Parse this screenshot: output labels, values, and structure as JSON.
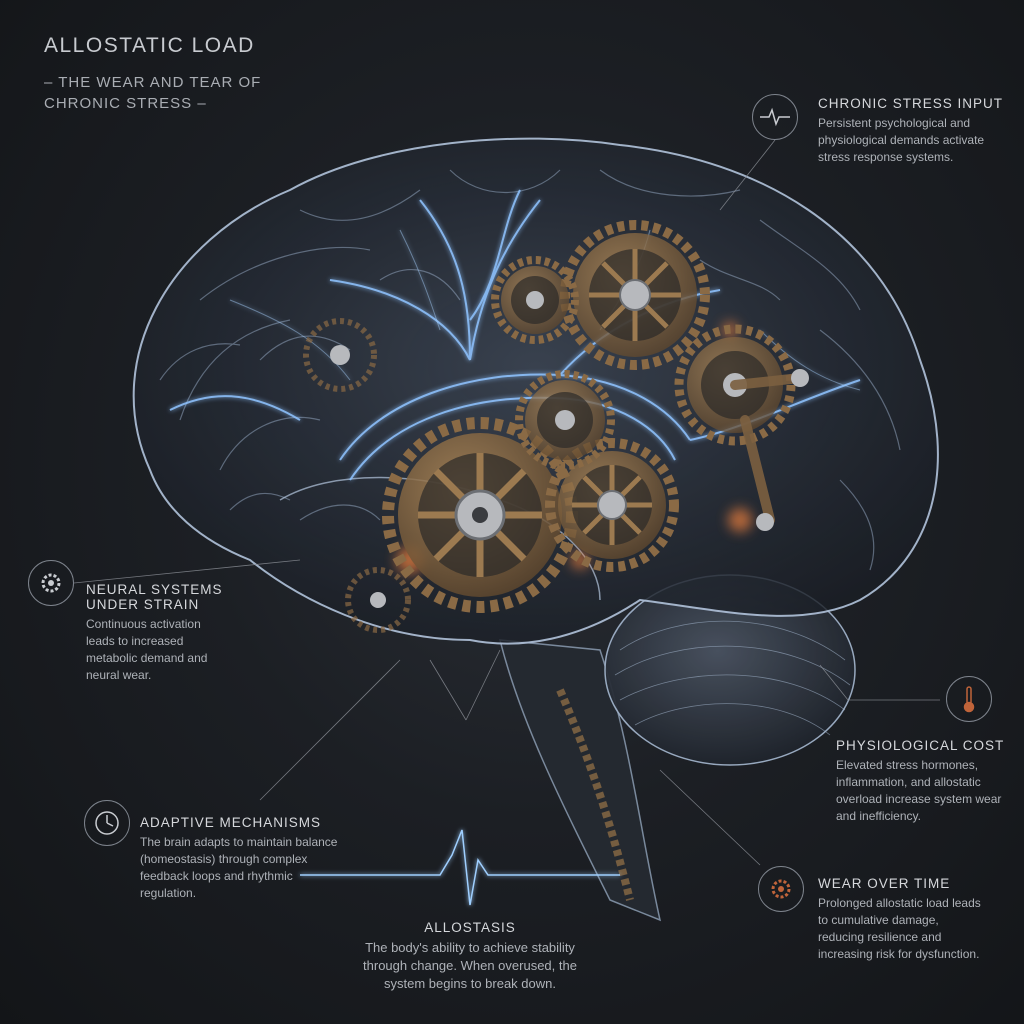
{
  "header": {
    "title": "ALLOSTATIC LOAD",
    "subtitle": "– THE WEAR AND TEAR OF CHRONIC STRESS –"
  },
  "panels": {
    "chronic_stress": {
      "heading": "CHRONIC STRESS INPUT",
      "text": "Persistent psychological and physiological demands activate stress response systems.",
      "icon": "heartbeat-icon"
    },
    "neural_systems": {
      "heading": "NEURAL SYSTEMS UNDER STRAIN",
      "text": "Continuous activation leads to increased metabolic demand and neural wear.",
      "icon": "gear-icon"
    },
    "physiological_cost": {
      "heading": "PHYSIOLOGICAL COST",
      "text": "Elevated stress hormones, inflammation, and allostatic overload increase system wear and inefficiency.",
      "icon": "thermometer-icon",
      "accent": "#c0643a"
    },
    "adaptive_mechanisms": {
      "heading": "ADAPTIVE MECHANISMS",
      "text": "The brain adapts to maintain balance (homeostasis) through complex feedback loops and rhythmic regulation.",
      "icon": "clock-icon"
    },
    "wear_over_time": {
      "heading": "WEAR OVER TIME",
      "text": "Prolonged allostatic load leads to cumulative damage, reducing resilience and increasing risk for dysfunction.",
      "icon": "gear-icon",
      "accent": "#c0643a"
    },
    "allostasis": {
      "heading": "ALLOSTASIS",
      "text": "The body's ability to achieve stability through change. When overused, the system begins to break down."
    }
  },
  "colors": {
    "background": "#17191d",
    "neural_glow": "#8fc3ff",
    "gear_bronze": "#8a6a45",
    "accent_orange": "#c0643a"
  }
}
